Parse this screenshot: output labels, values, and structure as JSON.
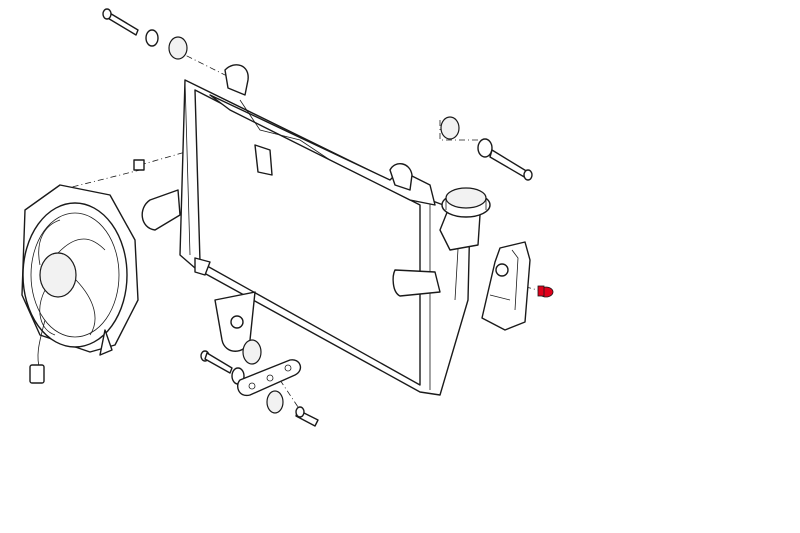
{
  "diagram": {
    "type": "exploded-parts-view",
    "subject": "radiator-assembly",
    "colors": {
      "line": "#1a1a1a",
      "background": "#ffffff",
      "highlighted_part": "#e0001b"
    },
    "parts": [
      {
        "id": "radiator-core"
      },
      {
        "id": "cooling-fan"
      },
      {
        "id": "expansion-tank-cap"
      },
      {
        "id": "side-bracket"
      },
      {
        "id": "highlighted-screw",
        "highlighted": true
      },
      {
        "id": "upper-left-bolt"
      },
      {
        "id": "upper-right-bolt"
      },
      {
        "id": "lower-mount-bolt"
      },
      {
        "id": "lower-bracket-plate"
      },
      {
        "id": "grommets"
      },
      {
        "id": "spacer-pin"
      },
      {
        "id": "fan-connector"
      }
    ]
  }
}
